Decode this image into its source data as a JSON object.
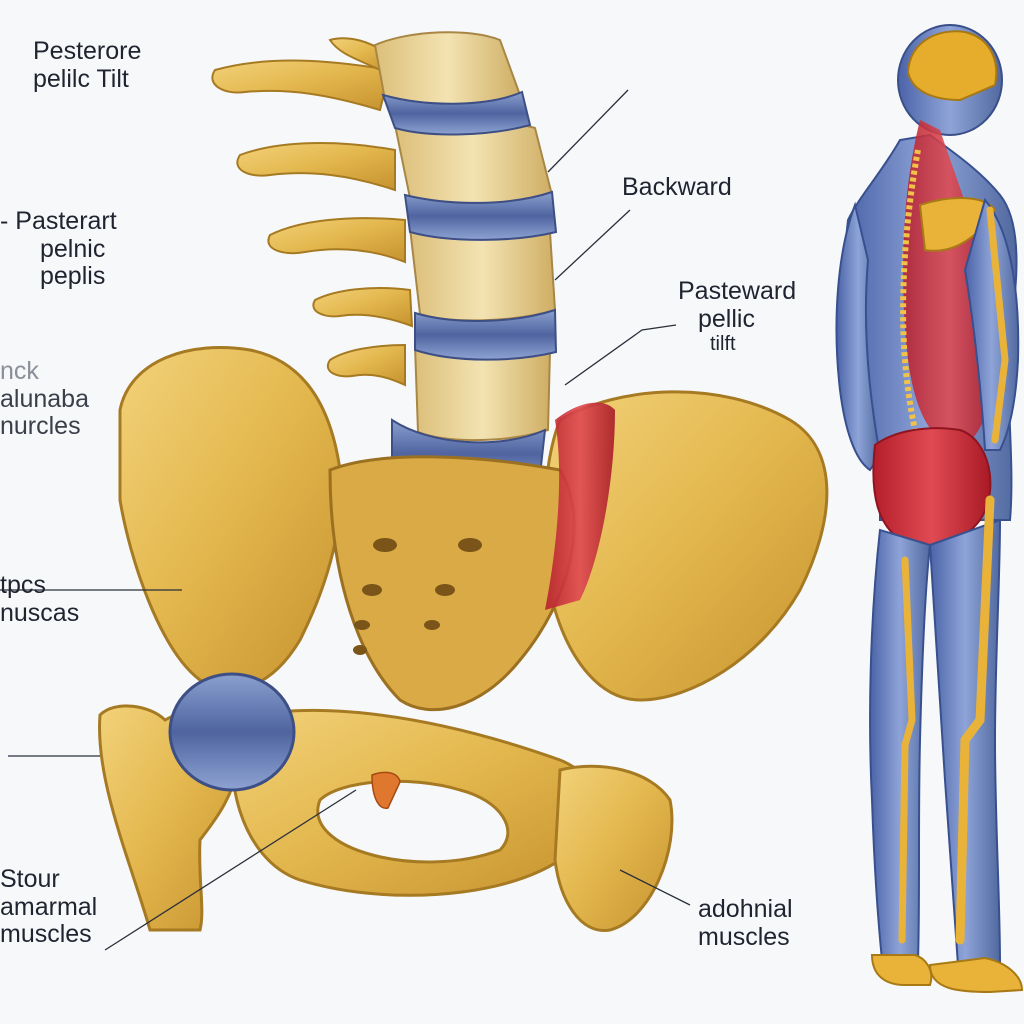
{
  "labels": {
    "top_left": [
      "Pesterore",
      "pelilc Tilt"
    ],
    "mid_left": [
      "- Pasterart",
      "pelnic",
      "peplis"
    ],
    "back_lumbar": [
      "nck",
      "alunaba",
      "nurcles"
    ],
    "tips": [
      "tpcs",
      "nuscas"
    ],
    "bottom_left": [
      "Stour",
      "amarmal",
      "muscles"
    ],
    "backward": [
      "Backward"
    ],
    "pasteward": [
      "Pasteward",
      "pellic",
      "tilft"
    ],
    "abdominal": [
      "adohnial",
      "muscles"
    ]
  },
  "colors": {
    "bone": "#e3b94e",
    "bone_shadow": "#b8892a",
    "disc": "#5a6fa8",
    "muscle_red": "#d8323f",
    "muscle_blue": "#6f86c4",
    "background": "#f7f8fa"
  }
}
